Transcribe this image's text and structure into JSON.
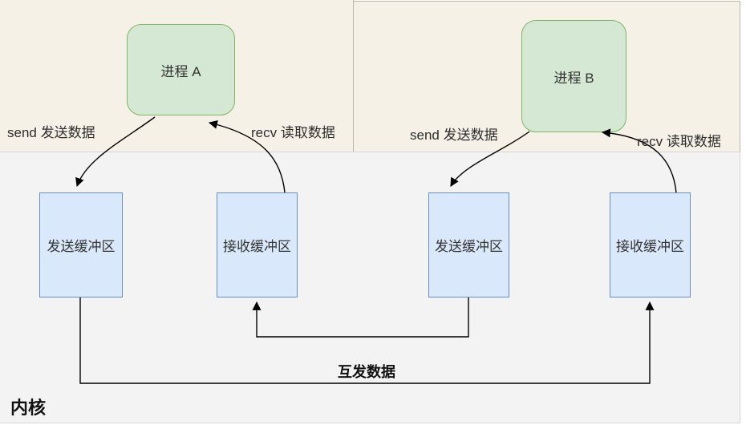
{
  "colors": {
    "user_space_bg": "#f5f1e6",
    "kernel_bg": "#f3f3f3",
    "panel_border": "#b9b6ac",
    "kernel_border": "#d6d6d6",
    "process_fill": "#d5e8d4",
    "process_stroke": "#82b366",
    "buffer_fill": "#dae8fc",
    "buffer_stroke": "#6c8ebf",
    "arrow": "#000000"
  },
  "nodes": {
    "process_a": "进程 A",
    "process_b": "进程 B",
    "buffer_a_send": "发送缓冲区",
    "buffer_a_recv": "接收缓冲区",
    "buffer_b_send": "发送缓冲区",
    "buffer_b_recv": "接收缓冲区"
  },
  "edge_labels": {
    "a_send": "send 发送数据",
    "a_recv": "recv 读取数据",
    "b_send": "send 发送数据",
    "b_recv": "recv 读取数据",
    "exchange": "互发数据"
  },
  "kernel": {
    "label": "内核"
  }
}
